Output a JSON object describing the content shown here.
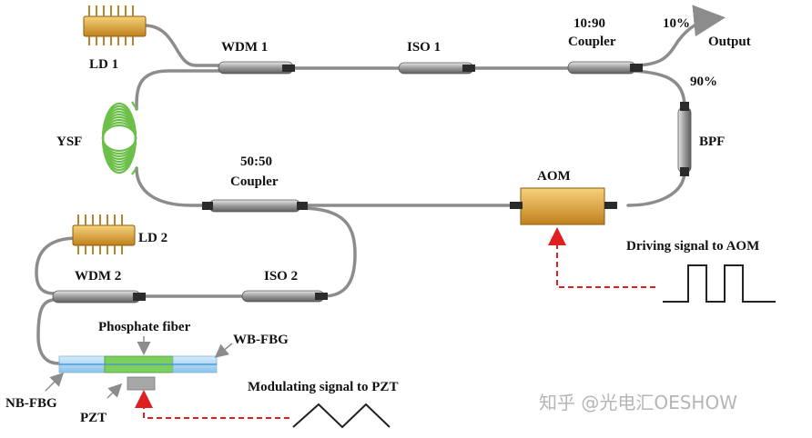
{
  "labels": {
    "ld1": "LD 1",
    "ld2": "LD 2",
    "wdm1": "WDM 1",
    "wdm2": "WDM 2",
    "iso1": "ISO 1",
    "iso2": "ISO 2",
    "coupler_1090_ratio": "10:90",
    "coupler_1090_name": "Coupler",
    "pct10": "10%",
    "pct90": "90%",
    "output": "Output",
    "bpf": "BPF",
    "ysf": "YSF",
    "coupler_5050_ratio": "50:50",
    "coupler_5050_name": "Coupler",
    "aom": "AOM",
    "driving_signal": "Driving signal to AOM",
    "phosphate_fiber": "Phosphate fiber",
    "wb_fbg": "WB-FBG",
    "nb_fbg": "NB-FBG",
    "pzt": "PZT",
    "modulating_signal": "Modulating signal to PZT"
  },
  "watermark": "知乎 @光电汇OESHOW",
  "colors": {
    "fiber": "#8c8c8c",
    "component_body": "#a8a8a8",
    "laser_gold": "#d9a23a",
    "aom_gold": "#e0a83c",
    "coil_green": "#6cc04a",
    "fbg_blue": "#b7dcf5",
    "phosphate_green": "#7ccf5e",
    "signal_red": "#e02020"
  }
}
